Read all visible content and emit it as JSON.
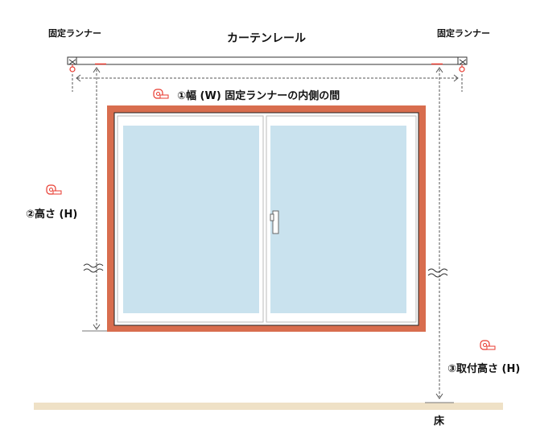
{
  "labels": {
    "fixed_runner_left": "固定ランナー",
    "fixed_runner_right": "固定ランナー",
    "rail": "カーテンレール",
    "width": "①幅 (W) 固定ランナーの内側の間",
    "height": "②高さ (H)",
    "install_height": "③取付高さ (H)",
    "floor": "床"
  },
  "icons": {
    "tape_measure": "tape-measure-icon",
    "runner": "fixed-runner-icon",
    "break": "break-mark-icon"
  },
  "colors": {
    "frame": "#d86d4e",
    "glass": "#c9e2ee",
    "floor": "#efe1c6",
    "accent": "#e83a2f",
    "line": "#333333"
  }
}
